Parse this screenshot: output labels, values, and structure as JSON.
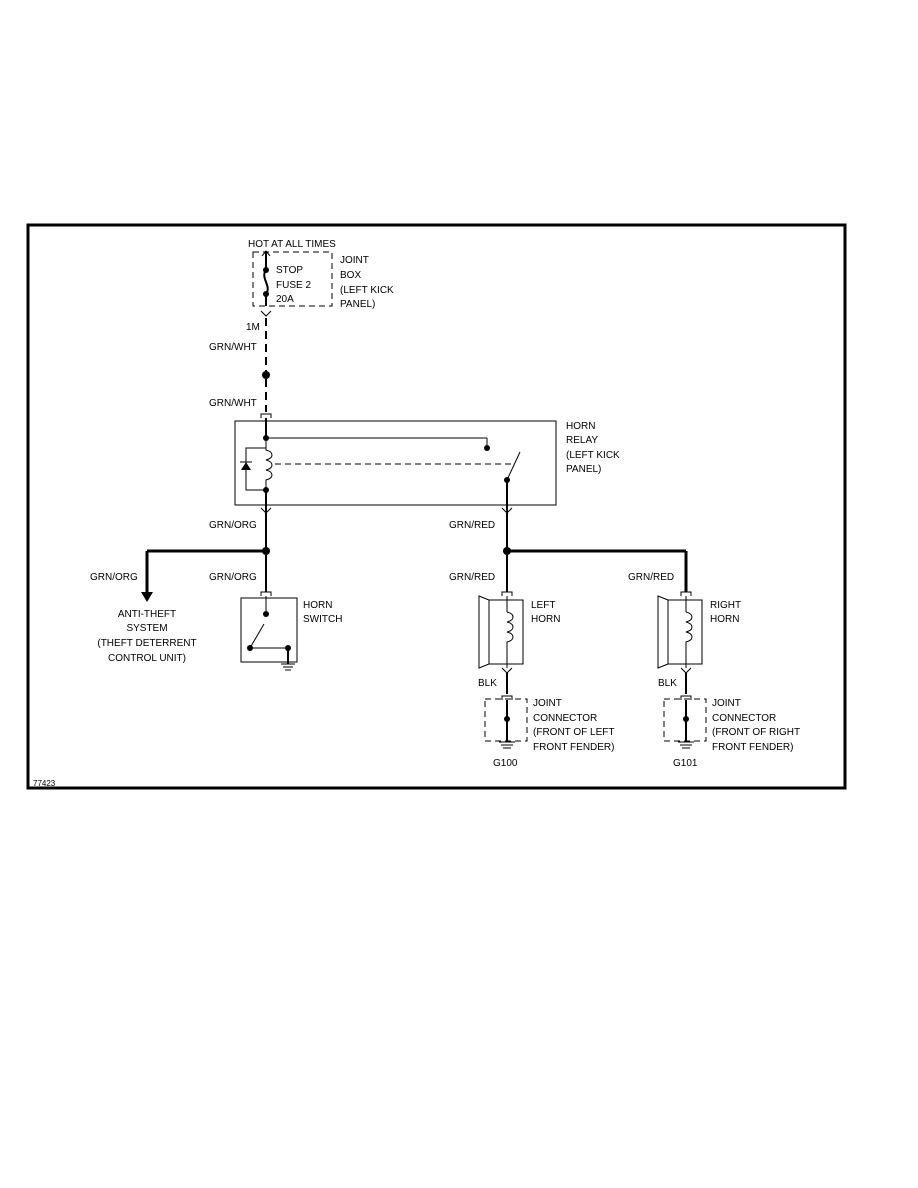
{
  "diagram": {
    "code": "77423",
    "power": {
      "hot_label": "HOT AT ALL TIMES",
      "fuse_line1": "STOP",
      "fuse_line2": "FUSE 2",
      "fuse_line3": "20A",
      "joint_box_line1": "JOINT",
      "joint_box_line2": "BOX",
      "joint_box_line3": "(LEFT KICK",
      "joint_box_line4": "PANEL)",
      "connector": "1M",
      "wire_upper": "GRN/WHT",
      "wire_lower": "GRN/WHT"
    },
    "relay": {
      "line1": "HORN",
      "line2": "RELAY",
      "line3": "(LEFT KICK",
      "line4": "PANEL)"
    },
    "left_branch": {
      "wire_top": "GRN/ORG",
      "wire_anti": "GRN/ORG",
      "wire_switch": "GRN/ORG",
      "anti_line1": "ANTI-THEFT",
      "anti_line2": "SYSTEM",
      "anti_line3": "(THEFT DETERRENT",
      "anti_line4": "CONTROL UNIT)",
      "switch_line1": "HORN",
      "switch_line2": "SWITCH"
    },
    "right_branch": {
      "wire_top": "GRN/RED",
      "wire_left_horn": "GRN/RED",
      "wire_right_horn": "GRN/RED",
      "left_horn_line1": "LEFT",
      "left_horn_line2": "HORN",
      "right_horn_line1": "RIGHT",
      "right_horn_line2": "HORN",
      "left_ground_wire": "BLK",
      "right_ground_wire": "BLK",
      "left_jc_line1": "JOINT",
      "left_jc_line2": "CONNECTOR",
      "left_jc_line3": "(FRONT OF LEFT",
      "left_jc_line4": "FRONT FENDER)",
      "right_jc_line1": "JOINT",
      "right_jc_line2": "CONNECTOR",
      "right_jc_line3": "(FRONT OF RIGHT",
      "right_jc_line4": "FRONT FENDER)",
      "left_ground": "G100",
      "right_ground": "G101"
    }
  }
}
